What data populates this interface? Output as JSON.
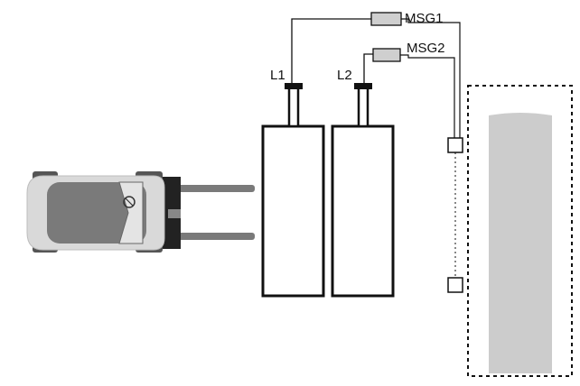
{
  "labels": {
    "l1": "L1",
    "l2": "L2",
    "msg1": "MSG1",
    "msg2": "MSG2"
  },
  "colors": {
    "outline": "#111111",
    "forklift_light": "#d9d9d9",
    "forklift_dark": "#7a7a7a",
    "forklift_black": "#222222",
    "sensor_fill": "#cfcfcf",
    "pallet_fill": "#cccccc"
  },
  "icons": [
    "forklift-icon",
    "message-sensor-icon",
    "reflector-icon"
  ]
}
